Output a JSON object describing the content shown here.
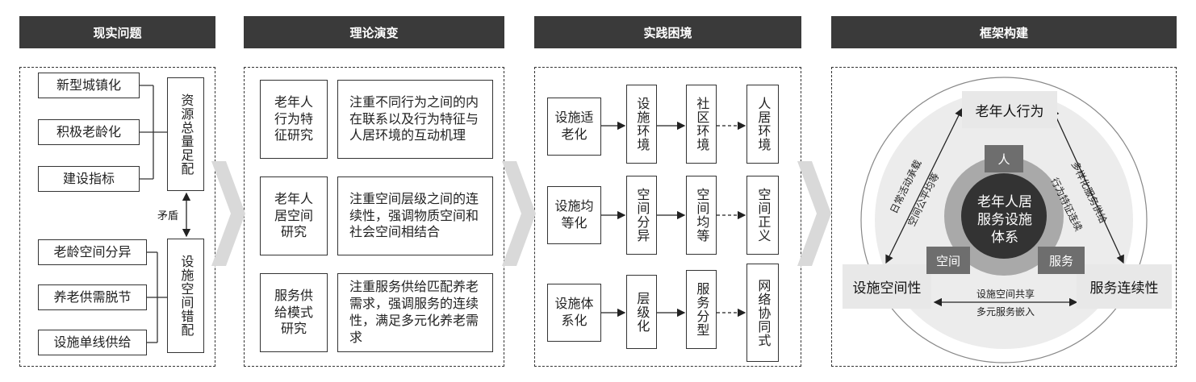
{
  "headers": [
    "现实问题",
    "理论演变",
    "实践困境",
    "框架构建"
  ],
  "col1": {
    "top_items": [
      "新型城镇化",
      "积极老龄化",
      "建设指标"
    ],
    "top_result": "资源总量足配",
    "contradiction": "矛盾",
    "bottom_items": [
      "老龄空间分异",
      "养老供需脱节",
      "设施单线供给"
    ],
    "bottom_result": "设施空间错配"
  },
  "col2": {
    "rows": [
      {
        "title": "老年人行为特征研究",
        "desc": "注重不同行为之间的内在联系以及行为特征与人居环境的互动机理"
      },
      {
        "title": "老年人居空间研究",
        "desc": "注重空间层级之间的连续性，强调物质空间和社会空间相结合"
      },
      {
        "title": "服务供给模式研究",
        "desc": "注重服务供给匹配养老需求，强调服务的连续性，满足多元化养老需求"
      }
    ]
  },
  "col3": {
    "rows": [
      {
        "start": "设施适老化",
        "steps": [
          "设施环境",
          "社区环境",
          "人居环境"
        ]
      },
      {
        "start": "设施均等化",
        "steps": [
          "空间分异",
          "空间均等",
          "空间正义"
        ]
      },
      {
        "start": "设施体系化",
        "steps": [
          "层级化",
          "服务分型",
          "网络协同式"
        ]
      }
    ]
  },
  "col4": {
    "top": "老年人行为",
    "left": "设施空间性",
    "right": "服务连续性",
    "center": "老年人居服务设施体系",
    "tag_person": "人",
    "tag_space": "空间",
    "tag_service": "服务",
    "left_edge_1": "日常活动承载",
    "left_edge_2": "空间公平均等",
    "right_edge_1": "多样化服务供给",
    "right_edge_2": "行为特征连续",
    "bottom_edge_1": "设施空间共享",
    "bottom_edge_2": "多元服务嵌入"
  }
}
